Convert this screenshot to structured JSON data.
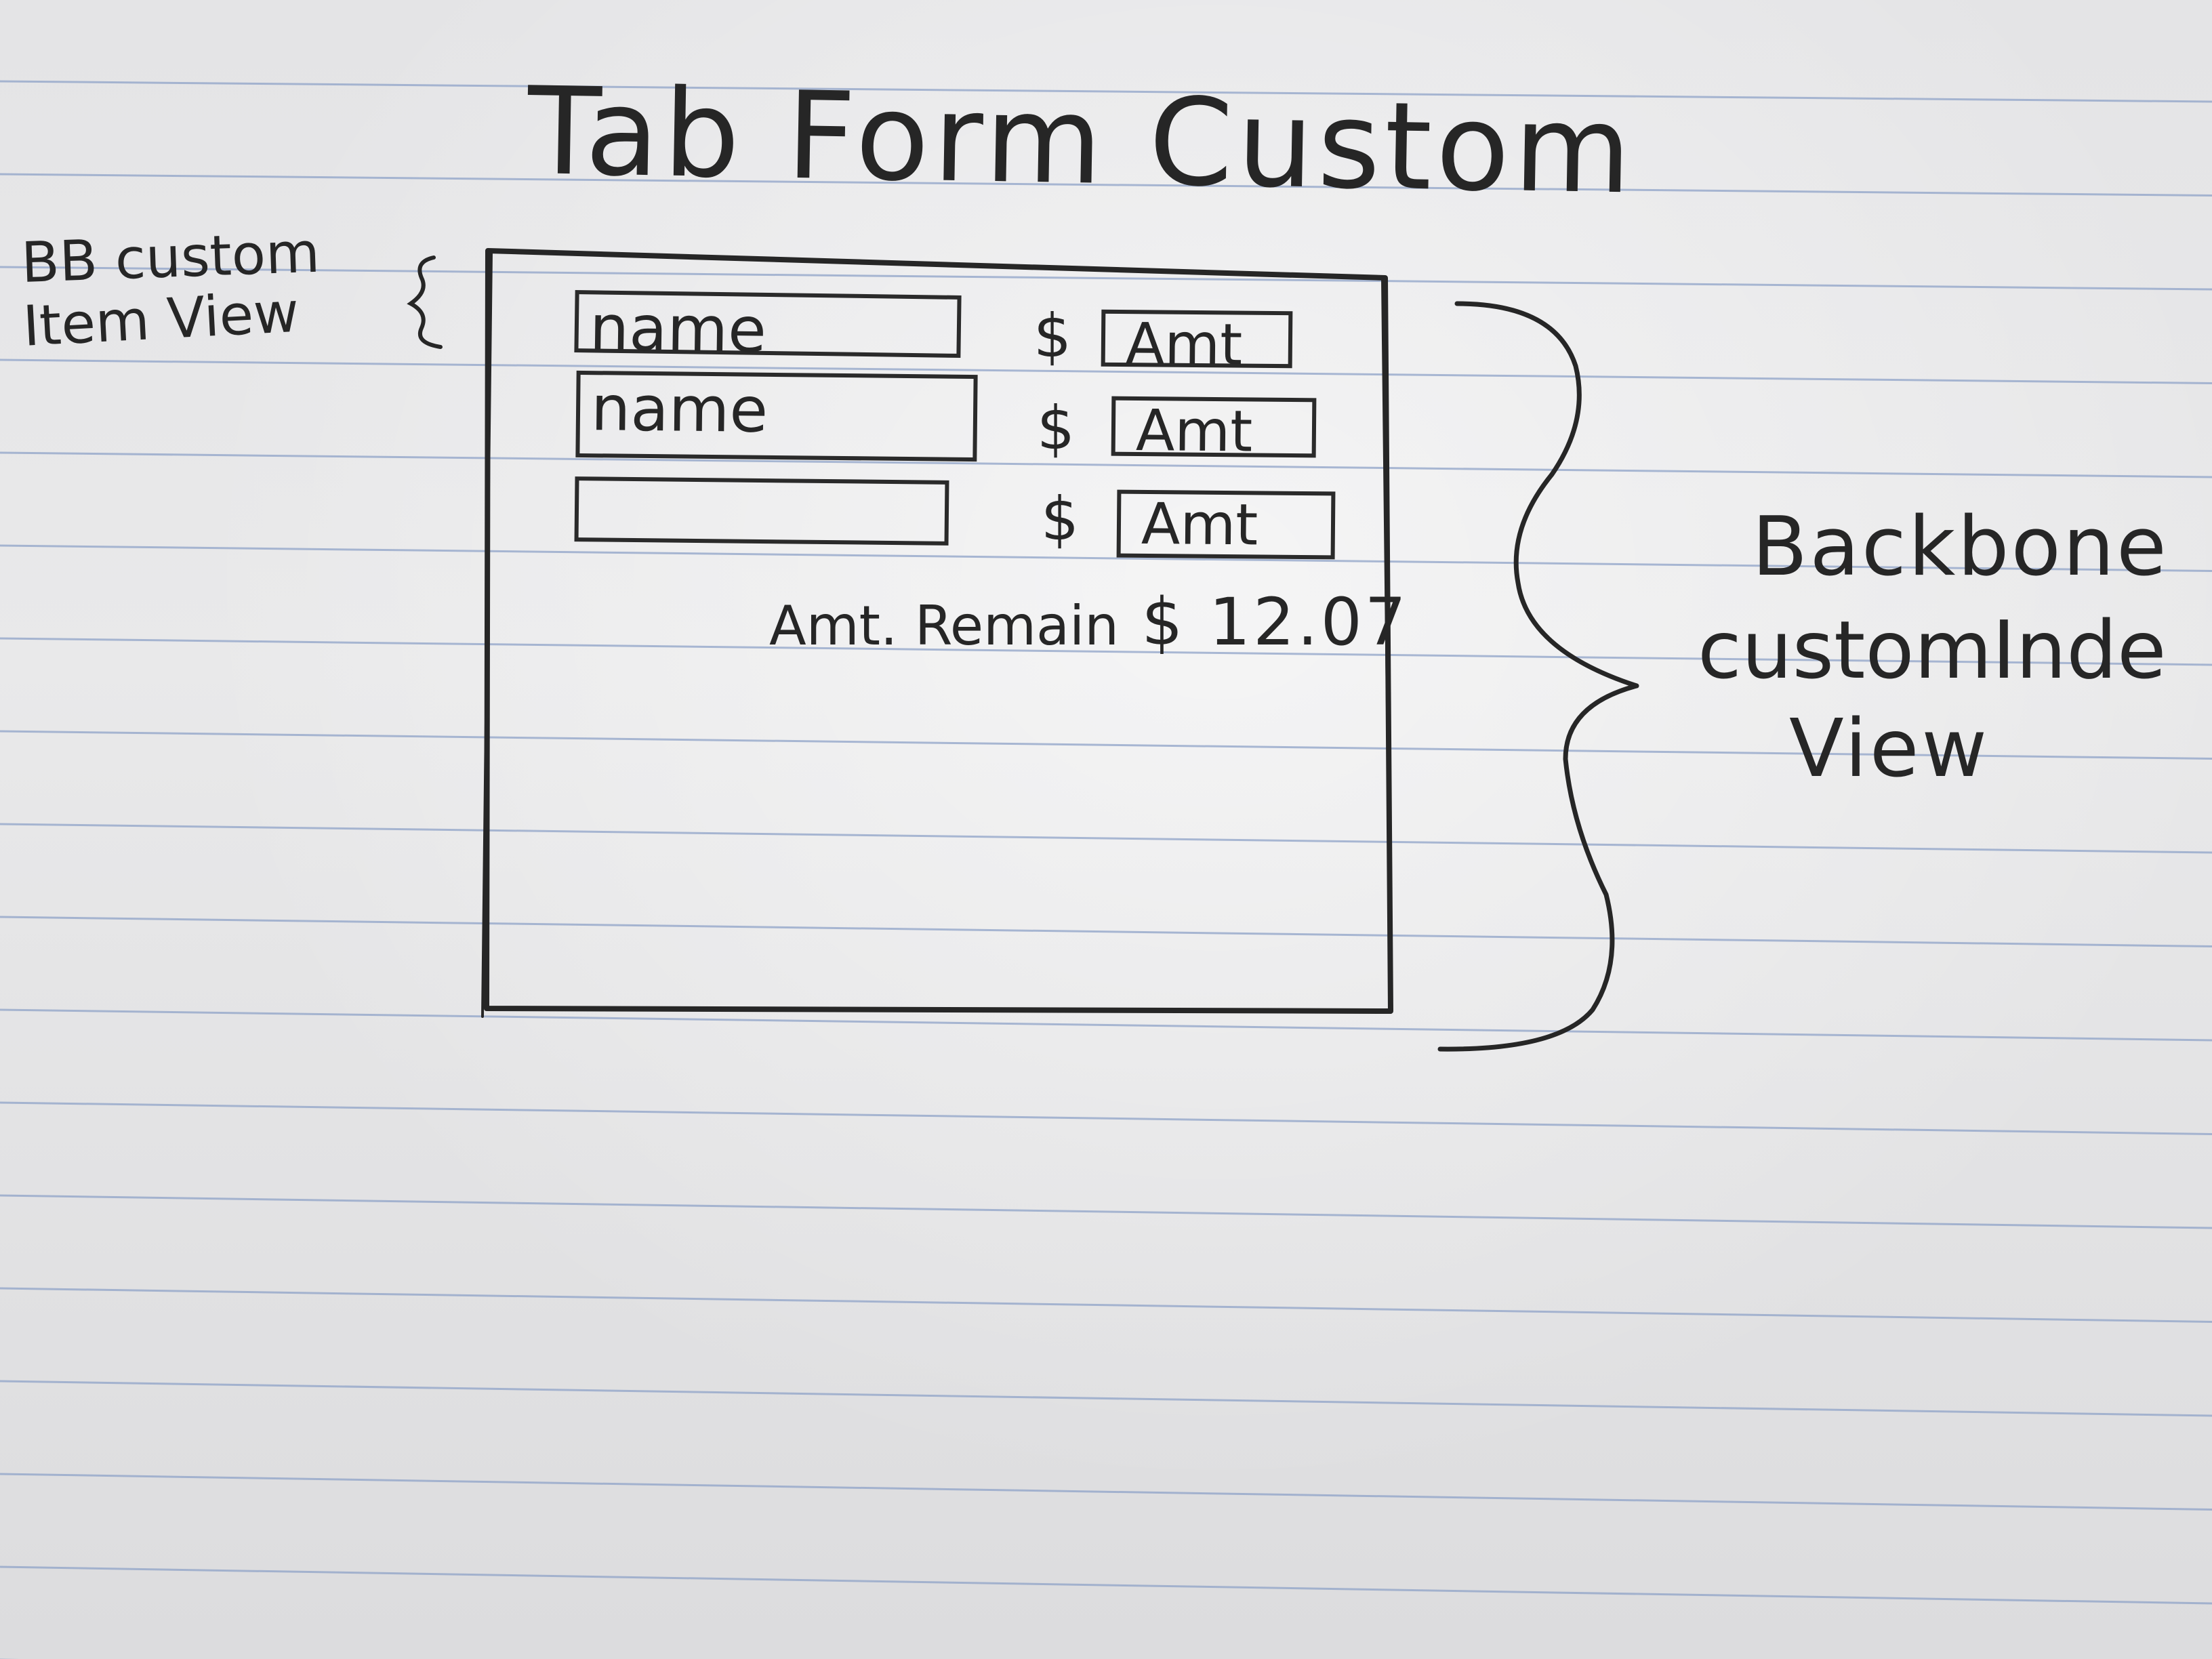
{
  "title": "Tab Form Custom",
  "annotations": {
    "item_view_line1": "BB custom",
    "item_view_line2": "Item View",
    "index_view_line1": "Backbone",
    "index_view_line2": "customInde",
    "index_view_line3": "View"
  },
  "form": {
    "rows": [
      {
        "name_placeholder": "name",
        "currency": "$",
        "amount_placeholder": "Amt"
      },
      {
        "name_placeholder": "name",
        "currency": "$",
        "amount_placeholder": "Amt"
      },
      {
        "name_placeholder": "",
        "currency": "$",
        "amount_placeholder": "Amt"
      }
    ],
    "remaining_label": "Amt. Remain",
    "remaining_value": "$ 12.07"
  },
  "colors": {
    "paper": "#e6e6e8",
    "rule_lines": "#8fa3c8",
    "ink": "#262626"
  }
}
